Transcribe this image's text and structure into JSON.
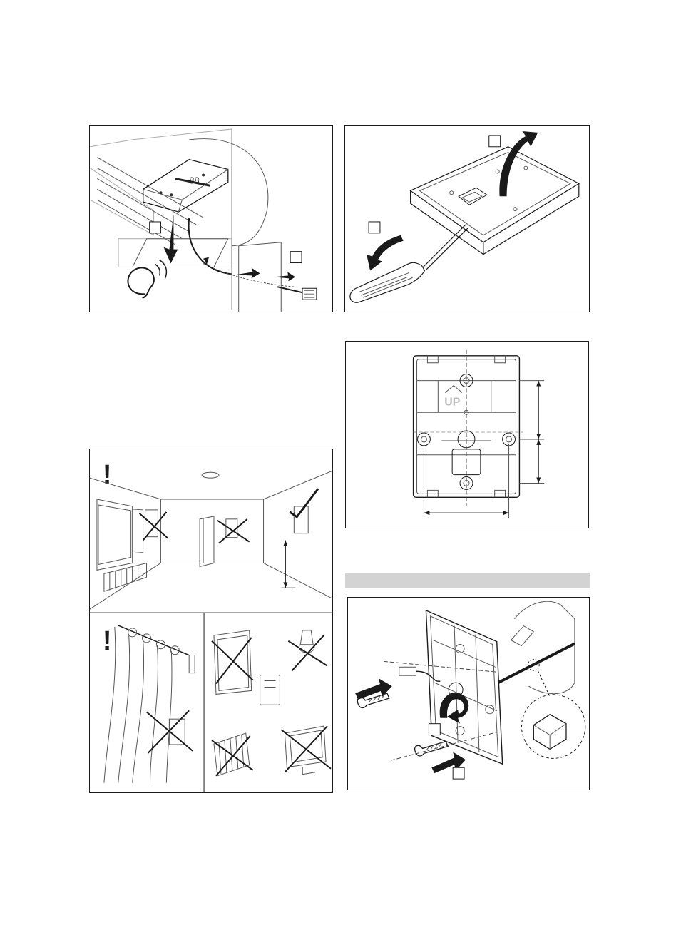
{
  "document": {
    "figures": [
      {
        "id": "fig-install-sensor-cable",
        "callouts": [
          "",
          ""
        ]
      },
      {
        "id": "fig-remove-cover-screwdriver",
        "callouts": [
          "",
          ""
        ]
      },
      {
        "id": "fig-mounting-plate-dimensions",
        "up_label": "UP"
      },
      {
        "id": "fig-placement-room",
        "exclamation": "!"
      },
      {
        "id": "fig-placement-hazards",
        "exclamation": "!"
      },
      {
        "id": "fig-wall-mounting",
        "callouts": [
          "",
          ""
        ]
      }
    ],
    "section_bar": ""
  }
}
